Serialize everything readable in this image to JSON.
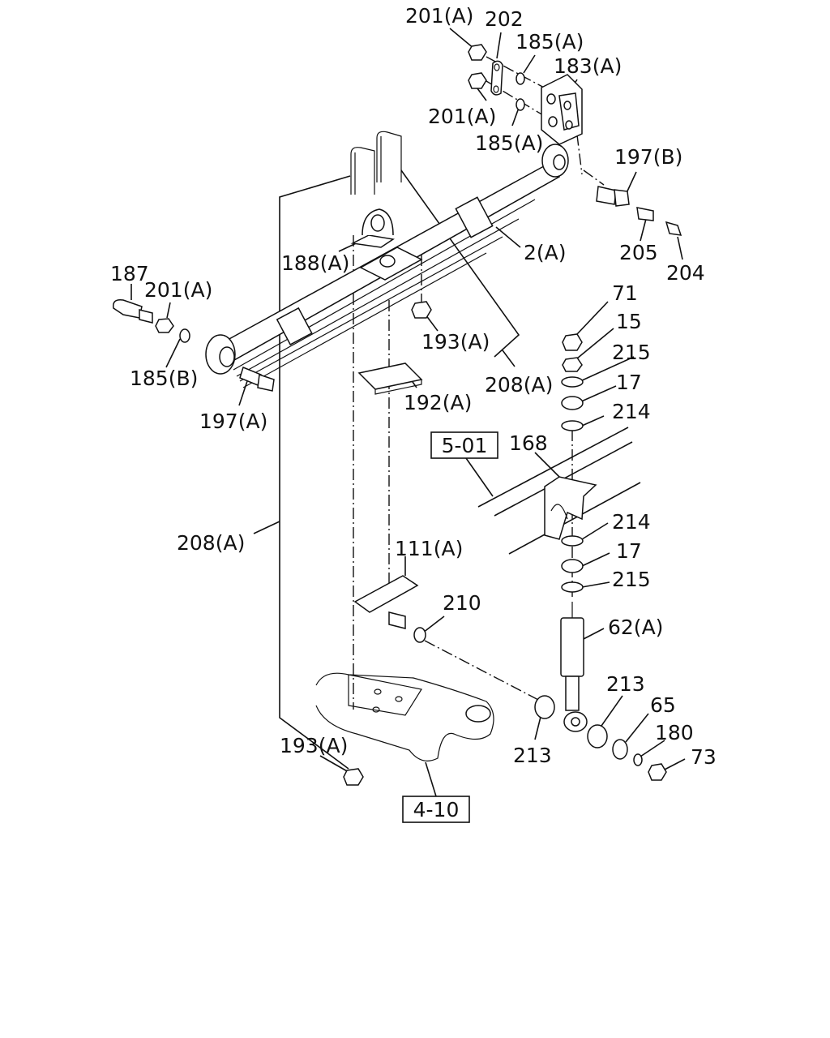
{
  "labels": {
    "l201a_top": "201(A)",
    "l202": "202",
    "l185a_top": "185(A)",
    "l183a": "183(A)",
    "l201a_mid": "201(A)",
    "l185a_mid": "185(A)",
    "l197b": "197(B)",
    "l205": "205",
    "l204": "204",
    "l2a": "2(A)",
    "l188a": "188(A)",
    "l187": "187",
    "l201a_left": "201(A)",
    "l185b": "185(B)",
    "l197a": "197(A)",
    "l193a_top": "193(A)",
    "l208a_right": "208(A)",
    "l192a": "192(A)",
    "l71": "71",
    "l15": "15",
    "l215_top": "215",
    "l17_top": "17",
    "l214_top": "214",
    "l168": "168",
    "l214_bot": "214",
    "l17_bot": "17",
    "l215_bot": "215",
    "l62a": "62(A)",
    "l208a_left": "208(A)",
    "l111a": "111(A)",
    "l210": "210",
    "l213_right": "213",
    "l213_left": "213",
    "l65": "65",
    "l180": "180",
    "l73": "73",
    "l193a_bot": "193(A)"
  },
  "refs": {
    "ref_501": "5-01",
    "ref_410": "4-10"
  }
}
